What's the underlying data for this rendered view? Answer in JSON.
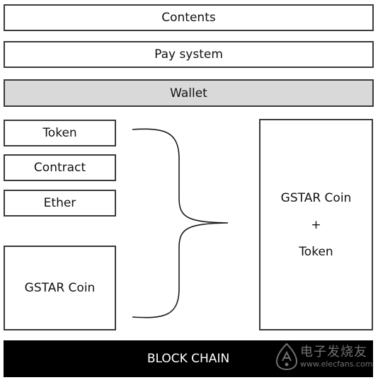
{
  "layers": {
    "contents": "Contents",
    "pay_system": "Pay system",
    "wallet": "Wallet",
    "block_chain": "BLOCK CHAIN"
  },
  "left": {
    "token": "Token",
    "contract": "Contract",
    "ether": "Ether",
    "gstar_coin": "GSTAR Coin"
  },
  "right": {
    "line1": "GSTAR Coin",
    "plus": "+",
    "line2": "Token"
  },
  "watermark": {
    "icon": "electronic-fans-logo",
    "cn": "电子发烧友",
    "url": "www.elecfans.com"
  }
}
